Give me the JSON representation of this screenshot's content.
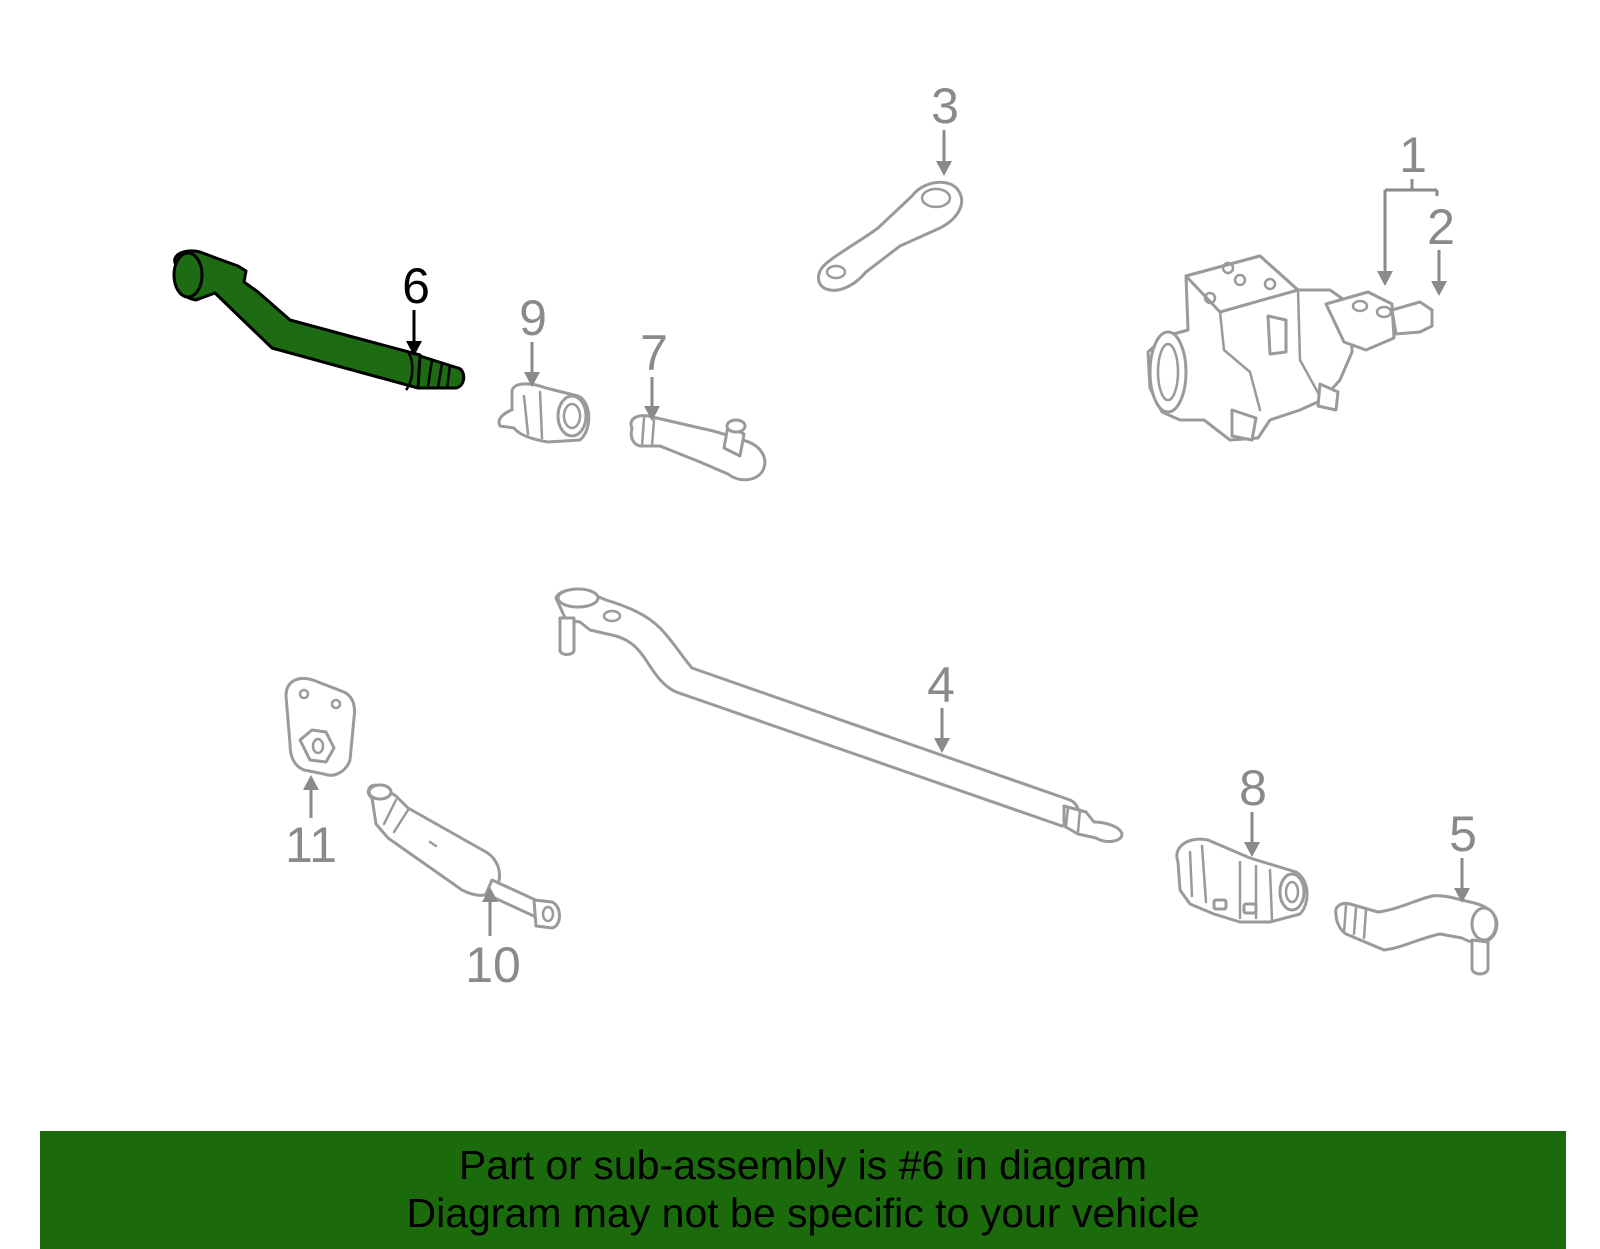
{
  "diagram": {
    "callouts": [
      {
        "id": "1",
        "label": "1"
      },
      {
        "id": "2",
        "label": "2"
      },
      {
        "id": "3",
        "label": "3"
      },
      {
        "id": "4",
        "label": "4"
      },
      {
        "id": "5",
        "label": "5"
      },
      {
        "id": "6",
        "label": "6"
      },
      {
        "id": "7",
        "label": "7"
      },
      {
        "id": "8",
        "label": "8"
      },
      {
        "id": "9",
        "label": "9"
      },
      {
        "id": "10",
        "label": "10"
      },
      {
        "id": "11",
        "label": "11"
      }
    ],
    "highlighted_part": "6",
    "highlight_color": "#1d6b12"
  },
  "banner": {
    "line1": "Part or sub-assembly is #6 in diagram",
    "line2": "Diagram may not be specific to your vehicle",
    "background": "#1b6b0c"
  }
}
